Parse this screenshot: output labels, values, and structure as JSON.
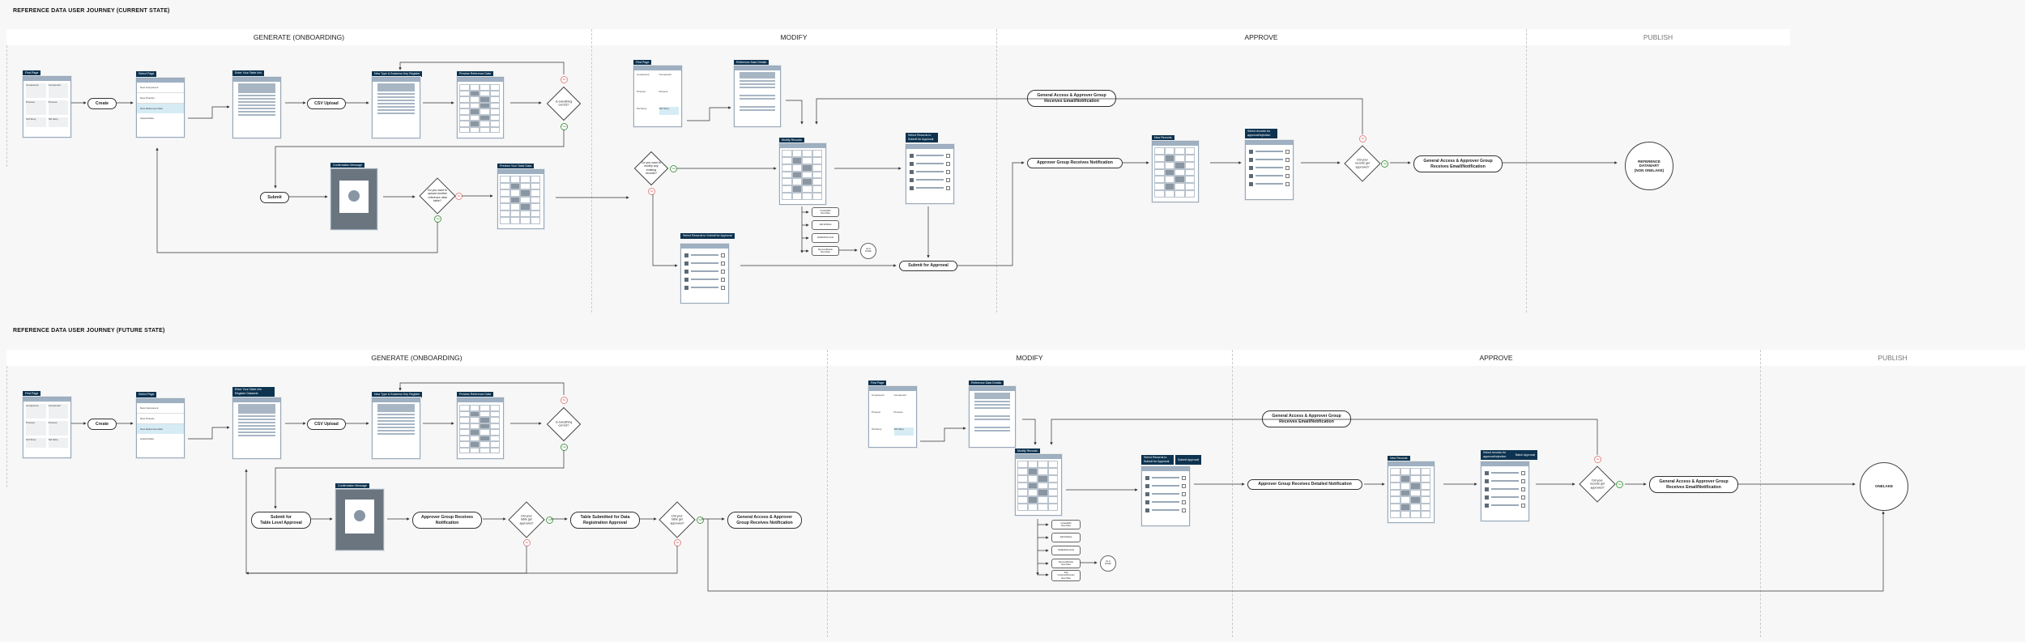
{
  "current": {
    "title": "REFERENCE DATA USER JOURNEY (CURRENT STATE)",
    "phases": [
      "GENERATE (ONBOARDING)",
      "MODIFY",
      "APPROVE",
      "PUBLISH"
    ],
    "screens": {
      "first_page": "First Page",
      "select_page": "Select Page",
      "enter_your_table_info": "Enter Your Table Info",
      "new_type_domain_key_register": "New Type & Business Key Register",
      "preview_reference_data": "Preview Reference Data",
      "confirmation_message": "Confirmation Message",
      "preview_your_table_data": "Preview Your Table Data",
      "first_page_modify": "First Page",
      "reference_data_details": "Reference Data Details",
      "modify_records": "Modify Records",
      "select_records_submit": "Select Records to Submit for Approval",
      "select_records_submit_2": "Select Records to Submit for Approval",
      "new_records": "New Records",
      "select_records_approval": "Select records for approval/rejection"
    },
    "first_page_cells": [
      "Component",
      "Component",
      "Process",
      "Process",
      "Tell Story",
      "Tell Story"
    ],
    "select_menu": [
      "New Component",
      "New Process",
      "New Reference Data",
      "Upload Data"
    ],
    "buttons": {
      "create": "Create",
      "csv_upload": "CSV Upload",
      "submit": "Submit",
      "submit_for_approval": "Submit for Approval"
    },
    "decisions": {
      "is_everything_correct": "Is everything\ncorrect?",
      "upload_another": "Do you want to\nupload another\nreference data\ntable?",
      "modify_existing": "Do you want to\nmodify any\nexisting\nrecords?",
      "did_records_approved": "Did your\nrecords get\napproved?"
    },
    "yes": "Yes",
    "no": "No",
    "notifications": {
      "access_group_receives": "General Access & Approver Group\nReceives Email/Notification",
      "approver_group_receives": "Approver Group Receives Notification",
      "access_group_receives_2": "General Access & Approver Group\nReceives Email/Notification"
    },
    "modify_options": [
      "Create/Edit\nNew Data",
      "Add Attribute",
      "Add/Edit Records",
      "Remove/Delete\nNew Data"
    ],
    "modify_end": "Go to\nPublish",
    "end": "REFERENCE\nDATAMART\n(NON ONELAKE)"
  },
  "future": {
    "title": "REFERENCE DATA USER JOURNEY (FUTURE STATE)",
    "phases": [
      "GENERATE (ONBOARDING)",
      "MODIFY",
      "APPROVE",
      "PUBLISH"
    ],
    "screens": {
      "first_page": "First Page",
      "select_page": "Select Page",
      "enter_your_table_info": "Enter Your Table Info Register Datasets",
      "new_type_domain_key_register": "New Type & Business Key Register",
      "preview_reference_data": "Preview Reference Data",
      "confirmation_message": "Confirmation Message",
      "first_page_modify": "First Page",
      "reference_data_details": "Reference Data Details",
      "modify_records": "Modify Records",
      "select_records_submit": "Select Records to Submit for Approval",
      "submit_approval": "Submit Approval",
      "new_records": "New Records",
      "select_records_approval": "Select records for approval/rejection",
      "batch_approval": "Batch Approval"
    },
    "first_page_cells": [
      "Component",
      "Component",
      "Process",
      "Process",
      "Tell Story",
      "Tell Story"
    ],
    "select_menu": [
      "New Component",
      "New Process",
      "New Reference Data",
      "Upload Data"
    ],
    "buttons": {
      "create": "Create",
      "csv_upload": "CSV Upload",
      "submit_table_level": "Submit for\nTable Level Approval"
    },
    "decisions": {
      "is_everything_correct": "Is everything\ncorrect?",
      "table_approved": "Did your\ntable get\napproved?",
      "table_approved_2": "Did your\ntable get\napproved?",
      "records_approved": "Did your\nrecords get\napproved?"
    },
    "yes": "Yes",
    "no": "No",
    "notifications": {
      "approver_group_receives": "Approver Group Receives\nNotification",
      "table_submitted": "Table Submitted for Data\nRegistration Approval",
      "access_group_receives": "General Access & Approver\nGroup Receives Notification",
      "access_group_email": "General Access & Approver Group\nReceives Email/Notification",
      "approver_detailed": "Approver Group Receives Detailed Notification",
      "access_group_email_2": "General Access & Approver Group\nReceives Email/Notification"
    },
    "modify_options": [
      "Create/Edit\nNew Data",
      "Add Attribute",
      "Add/Edit Records",
      "Remove/Delete\nNew Data",
      "Add\nCustomer/Domain\nNew Data"
    ],
    "modify_end": "Go to\nPublish",
    "end": "ONELAKE"
  },
  "colors": {
    "tag_bg": "#0d3350",
    "header_bar": "#9fb0c2",
    "highlight": "#d6ecf5",
    "yes_green": "#4a9a4a",
    "no_red": "#e08888"
  }
}
